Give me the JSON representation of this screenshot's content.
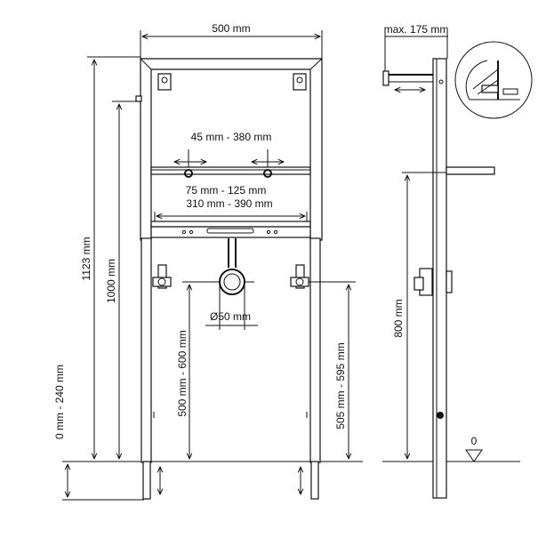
{
  "dimensions": {
    "width_total": "500 mm",
    "height_total": "1123 mm",
    "height_1000": "1000 mm",
    "adjust_range": "0 mm - 240 mm",
    "pipe_spacing": "45 mm - 380 mm",
    "bar_75_125": "75 mm - 125 mm",
    "bar_310_390": "310 mm - 390 mm",
    "drain_diameter": "Ø50 mm",
    "drain_height": "500 mm - 600 mm",
    "valve_height": "505 mm - 595 mm",
    "side_depth": "max. 175 mm",
    "side_height": "800 mm",
    "floor_level": "0"
  },
  "colors": {
    "line": "#111111",
    "background": "#ffffff"
  }
}
